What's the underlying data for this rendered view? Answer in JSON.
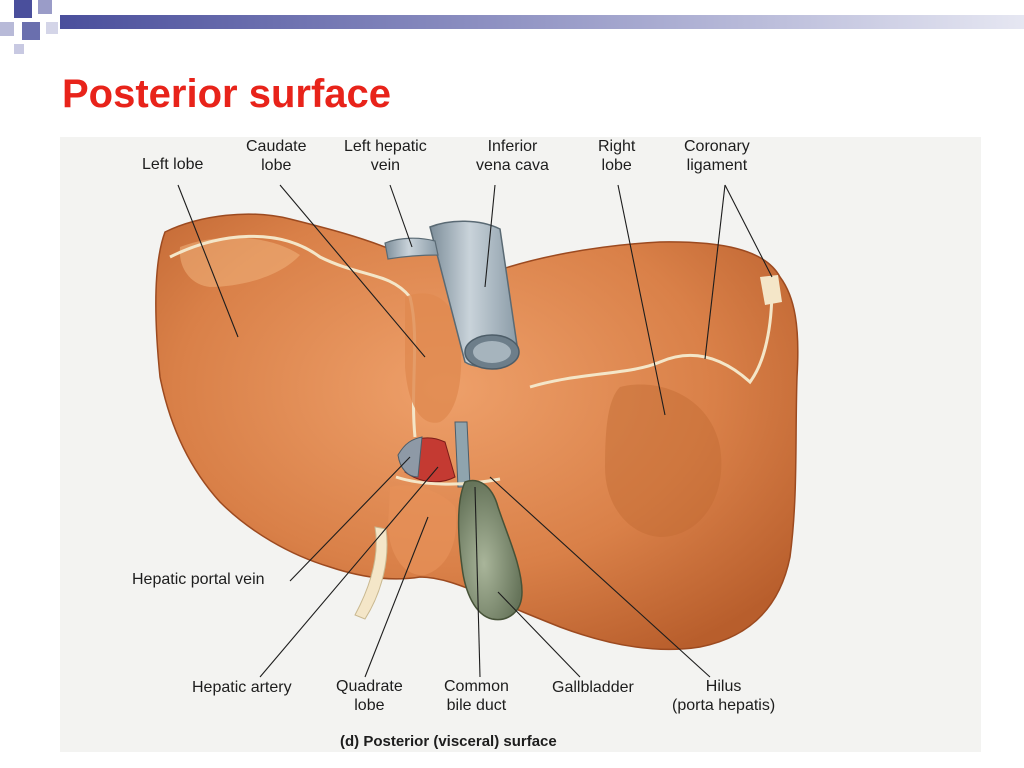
{
  "slide": {
    "title": "Posterior surface",
    "accent_color": "#e8231a",
    "bar_color": "#4a4f9c"
  },
  "diagram": {
    "labels": {
      "left_lobe": "Left lobe",
      "caudate_lobe_1": "Caudate",
      "caudate_lobe_2": "lobe",
      "left_hepatic_vein_1": "Left hepatic",
      "left_hepatic_vein_2": "vein",
      "inferior_vena_cava_1": "Inferior",
      "inferior_vena_cava_2": "vena cava",
      "right_lobe_1": "Right",
      "right_lobe_2": "lobe",
      "coronary_ligament_1": "Coronary",
      "coronary_ligament_2": "ligament",
      "hepatic_portal_vein": "Hepatic portal vein",
      "hepatic_artery": "Hepatic artery",
      "quadrate_lobe_1": "Quadrate",
      "quadrate_lobe_2": "lobe",
      "common_bile_duct_1": "Common",
      "common_bile_duct_2": "bile duct",
      "gallbladder": "Gallbladder",
      "hilus_1": "Hilus",
      "hilus_2": "(porta hepatis)"
    },
    "caption": "(d) Posterior (visceral) surface",
    "colors": {
      "liver": "#d98048",
      "liver_shadow": "#b85e2c",
      "liver_highlight": "#f0b27c",
      "ligament": "#f4e6c8",
      "vena_cava": "#9fb0bc",
      "gallbladder": "#7d8c6e",
      "artery": "#c43a32"
    }
  }
}
